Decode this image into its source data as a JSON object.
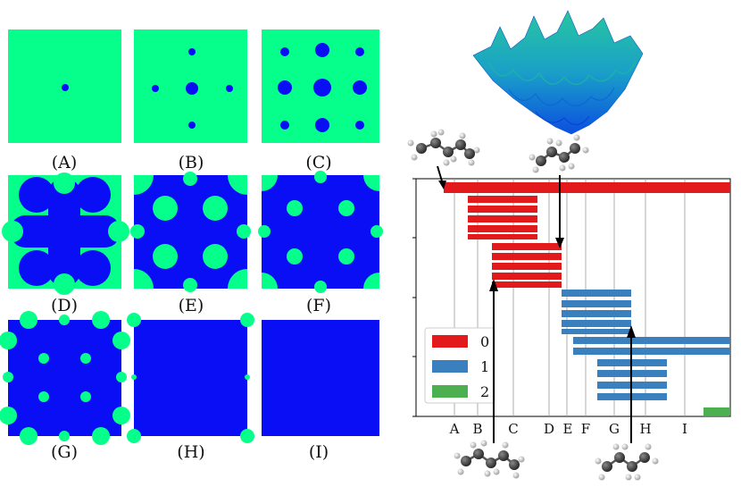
{
  "colors": {
    "phase_background": "#06FF8A",
    "phase_domain": "#0A0EF5",
    "level_0": "#E31A1C",
    "level_1": "#3A7FBE",
    "level_2": "#4CAF50"
  },
  "panels": [
    {
      "label": "(A)",
      "pattern": "single-center-dot"
    },
    {
      "label": "(B)",
      "pattern": "five-dots-cross"
    },
    {
      "label": "(C)",
      "pattern": "nine-dots-grid"
    },
    {
      "label": "(D)",
      "pattern": "blue-cross-network"
    },
    {
      "label": "(E)",
      "pattern": "blue-network-large-green-holes"
    },
    {
      "label": "(F)",
      "pattern": "blue-network-small-green-holes"
    },
    {
      "label": "(G)",
      "pattern": "blue-with-green-spots"
    },
    {
      "label": "(H)",
      "pattern": "blue-with-green-edge-spots"
    },
    {
      "label": "(I)",
      "pattern": "all-blue"
    }
  ],
  "timeline": {
    "x_ticks": [
      "A",
      "B",
      "C",
      "D",
      "E",
      "F",
      "G",
      "H",
      "I"
    ],
    "legend": [
      "0",
      "1",
      "2"
    ],
    "surface_icon": "energy-landscape-surface",
    "molecule_icons": [
      "molecule-icon-top-left",
      "molecule-icon-top-center",
      "molecule-icon-bottom-left",
      "molecule-icon-bottom-right"
    ]
  }
}
